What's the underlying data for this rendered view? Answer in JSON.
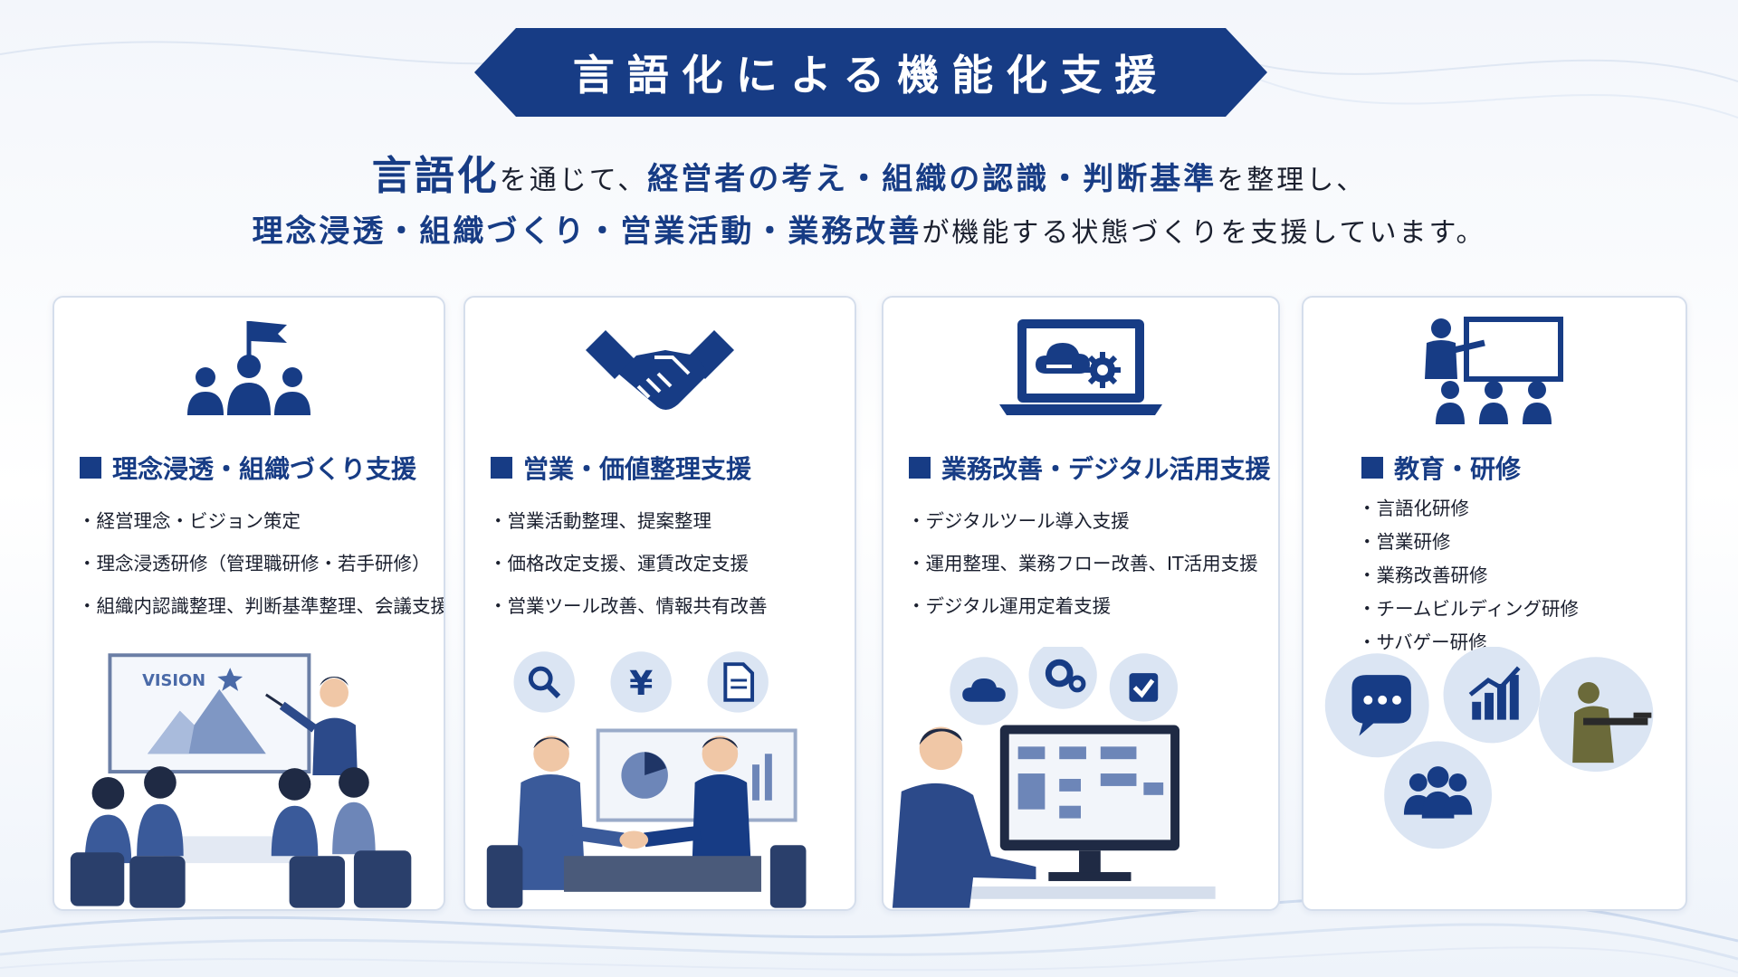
{
  "title": "言語化による機能化支援",
  "lead": {
    "line1": [
      {
        "text": "言語化",
        "style": "hl-big"
      },
      {
        "text": "を通じて、",
        "style": "plain"
      },
      {
        "text": "経営者の考え・組織の認識・判断基準",
        "style": "hl"
      },
      {
        "text": "を整理し、",
        "style": "plain"
      }
    ],
    "line2": [
      {
        "text": "理念浸透・組織づくり・営業活動・業務改善",
        "style": "hl"
      },
      {
        "text": "が機能する状態づくりを支援しています。",
        "style": "plain"
      }
    ]
  },
  "cards": [
    {
      "heading": "理念浸透・組織づくり支援",
      "icon": "team-flag-icon",
      "items": [
        "経営理念・ビジョン策定",
        "理念浸透研修（管理職研修・若手研修）",
        "組織内認識整理、判断基準整理、会議支援"
      ],
      "illustration": {
        "board_label": "VISION"
      }
    },
    {
      "heading": "営業・価値整理支援",
      "icon": "handshake-icon",
      "items": [
        "営業活動整理、提案整理",
        "価格改定支援、運賃改定支援",
        "営業ツール改善、情報共有改善"
      ],
      "illustration": {
        "yen": "¥"
      }
    },
    {
      "heading": "業務改善・デジタル活用支援",
      "icon": "laptop-cloud-gear-icon",
      "items": [
        "デジタルツール導入支援",
        "運用整理、業務フロー改善、IT活用支援",
        "デジタル運用定着支援"
      ]
    },
    {
      "heading": "教育・研修",
      "icon": "presentation-icon",
      "items": [
        "言語化研修",
        "営業研修",
        "業務改善研修",
        "チームビルディング研修",
        "サバゲー研修"
      ]
    }
  ],
  "colors": {
    "navy": "#173c85",
    "light": "#dbe5f3",
    "mid": "#4a6aa8",
    "text": "#1a1f2e"
  }
}
